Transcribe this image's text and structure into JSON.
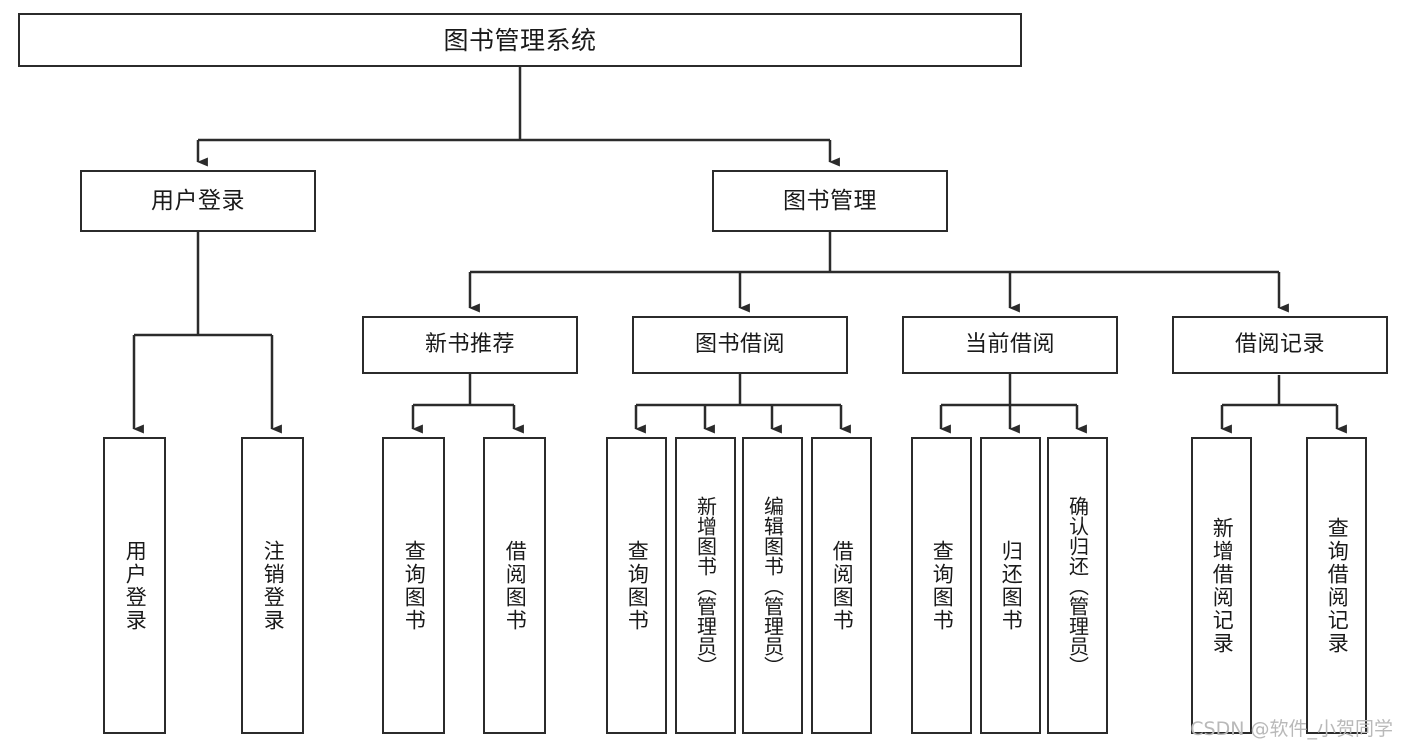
{
  "diagram": {
    "title": "图书管理系统",
    "watermark": "CSDN @软件_小贺同学",
    "stroke_color": "#2b2b2b",
    "fill_color": "#ffffff",
    "text_color": "#1a1a1a",
    "watermark_color": "#b9b9b9"
  },
  "nodes": {
    "root": {
      "label": "图书管理系统"
    },
    "level1": [
      {
        "label": "用户登录"
      },
      {
        "label": "图书管理"
      }
    ],
    "level2": [
      {
        "label": "新书推荐"
      },
      {
        "label": "图书借阅"
      },
      {
        "label": "当前借阅"
      },
      {
        "label": "借阅记录"
      }
    ],
    "leaves": {
      "user_login": [
        {
          "label": "用户登录"
        },
        {
          "label": "注销登录"
        }
      ],
      "new_book": [
        {
          "label": "查询图书"
        },
        {
          "label": "借阅图书"
        }
      ],
      "borrow": [
        {
          "label": "查询图书"
        },
        {
          "label": "新增图书（管理员）"
        },
        {
          "label": "编辑图书（管理员）"
        },
        {
          "label": "借阅图书"
        }
      ],
      "current": [
        {
          "label": "查询图书"
        },
        {
          "label": "归还图书"
        },
        {
          "label": "确认归还（管理员）"
        }
      ],
      "records": [
        {
          "label": "新增借阅记录"
        },
        {
          "label": "查询借阅记录"
        }
      ]
    }
  }
}
